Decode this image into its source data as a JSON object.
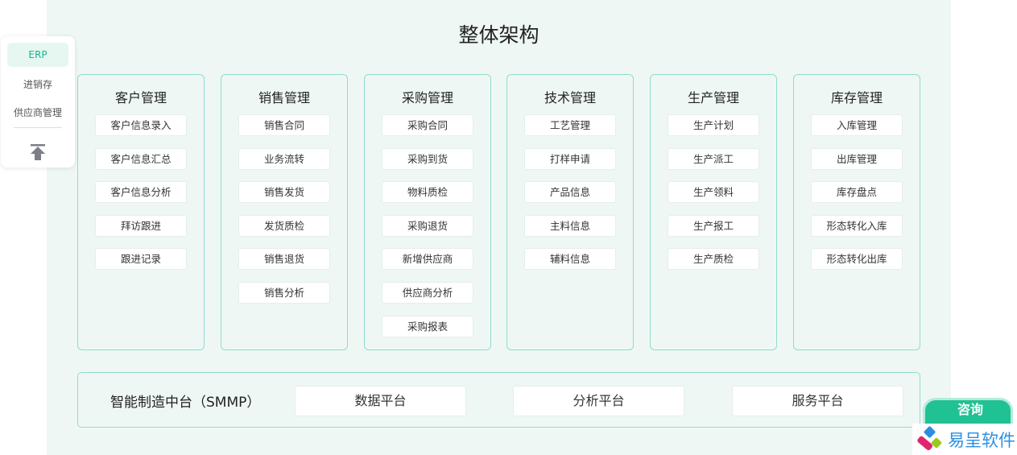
{
  "title": "整体架构",
  "sidebar": {
    "items": [
      {
        "label": "ERP",
        "active": true
      },
      {
        "label": "进销存"
      },
      {
        "label": "供应商管理"
      }
    ],
    "icon": "back-to-top-icon"
  },
  "columns": [
    {
      "title": "客户管理",
      "items": [
        "客户信息录入",
        "客户信息汇总",
        "客户信息分析",
        "拜访跟进",
        "跟进记录"
      ]
    },
    {
      "title": "销售管理",
      "items": [
        "销售合同",
        "业务流转",
        "销售发货",
        "发货质检",
        "销售退货",
        "销售分析"
      ]
    },
    {
      "title": "采购管理",
      "items": [
        "采购合同",
        "采购到货",
        "物料质检",
        "采购退货",
        "新增供应商",
        "供应商分析",
        "采购报表"
      ]
    },
    {
      "title": "技术管理",
      "items": [
        "工艺管理",
        "打样申请",
        "产品信息",
        "主料信息",
        "辅料信息"
      ]
    },
    {
      "title": "生产管理",
      "items": [
        "生产计划",
        "生产派工",
        "生产领料",
        "生产报工",
        "生产质检"
      ]
    },
    {
      "title": "库存管理",
      "items": [
        "入库管理",
        "出库管理",
        "库存盘点",
        "形态转化入库",
        "形态转化出库"
      ]
    }
  ],
  "platform": {
    "label": "智能制造中台（SMMP）",
    "items": [
      "数据平台",
      "分析平台",
      "服务平台"
    ]
  },
  "consult": {
    "label": "咨询"
  },
  "logo": {
    "text": "易呈软件"
  },
  "colors": {
    "accent": "#20c192",
    "border": "#8fdccd",
    "bg": "#eff7f5"
  }
}
